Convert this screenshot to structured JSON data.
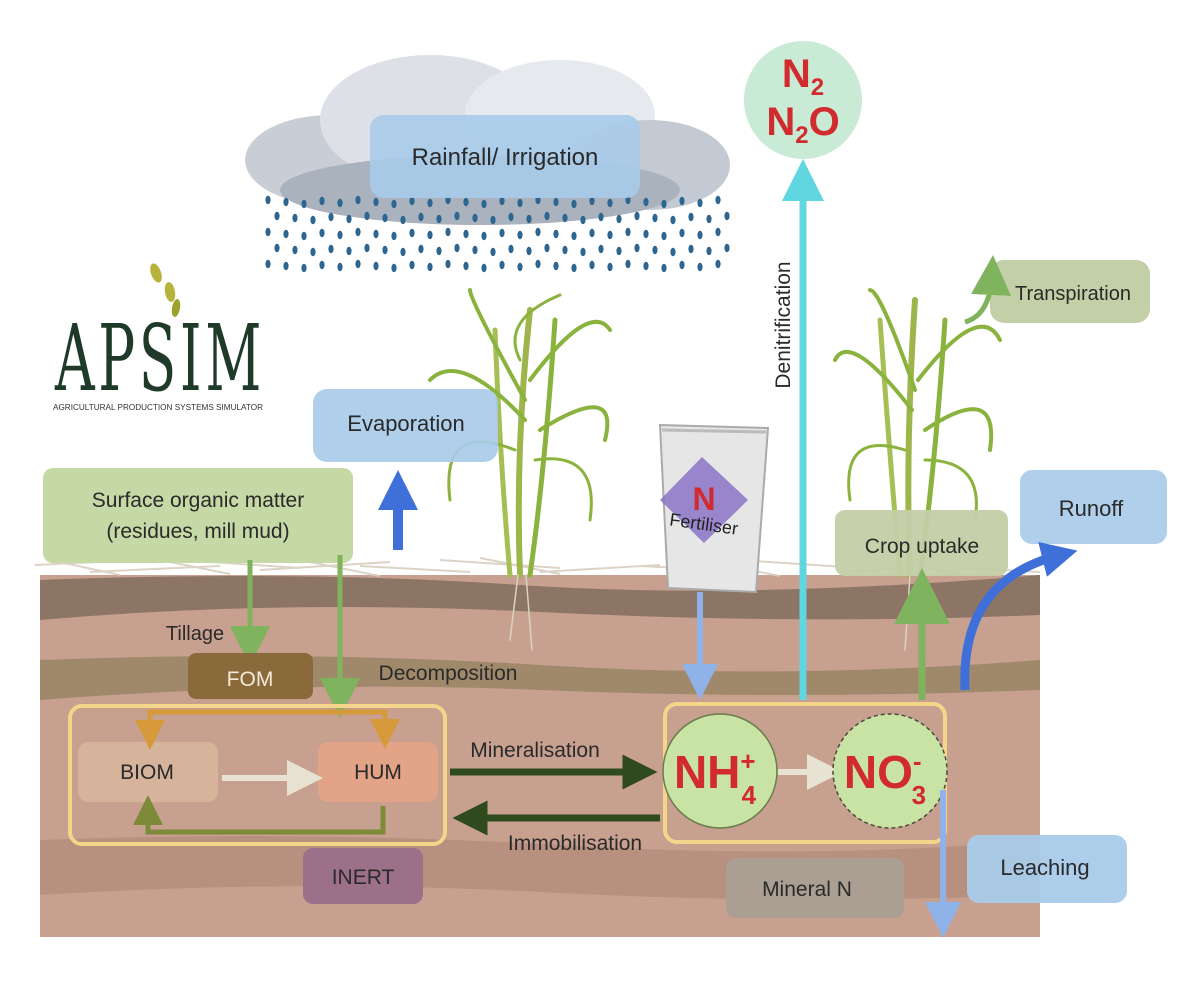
{
  "logo": {
    "name": "APSIM",
    "tagline": "AGRICULTURAL PRODUCTION SYSTEMS SIMULATOR"
  },
  "labels": {
    "rainfall": "Rainfall/ Irrigation",
    "evaporation": "Evaporation",
    "surface_om_line1": "Surface organic matter",
    "surface_om_line2": "(residues, mill mud)",
    "tillage": "Tillage",
    "fom": "FOM",
    "decomposition": "Decomposition",
    "biom": "BIOM",
    "hum": "HUM",
    "inert": "INERT",
    "mineralisation": "Mineralisation",
    "immobilisation": "Immobilisation",
    "fertiliser_symbol": "N",
    "fertiliser": "Fertiliser",
    "denitrification": "Denitrification",
    "n2_base": "N",
    "n2_sub": "2",
    "n2o_base": "N",
    "n2o_sub": "2",
    "n2o_tail": "O",
    "nh4_base": "NH",
    "nh4_sup": "+",
    "nh4_sub": "4",
    "no3_base": "NO",
    "no3_sup": "-",
    "no3_sub": "3",
    "mineral_n": "Mineral N",
    "crop_uptake": "Crop uptake",
    "transpiration": "Transpiration",
    "runoff": "Runoff",
    "leaching": "Leaching"
  },
  "colors": {
    "soil_top": "#8c7565",
    "soil_mid": "#c7a090",
    "soil_band": "#a0896a",
    "soil_deep": "#c49b8c",
    "box_blue": "#a8cbe9",
    "box_green": "#c5d9a6",
    "box_olive": "#c3cfa6",
    "fom_brown": "#8a6a3a",
    "biom_tan": "#d6b39b",
    "hum_salmon": "#e2a387",
    "inert_purple": "#9b7088",
    "mineral_n_grey": "#ab9e92",
    "pool_green": "#c9e3a5",
    "n_text_red": "#d12a2f",
    "arrow_green": "#7fb35e",
    "arrow_dark_green": "#2f4a1d",
    "arrow_blue": "#3f6fd8",
    "arrow_light_blue": "#8fb3e8",
    "arrow_cyan": "#5fd6e0",
    "arrow_orange": "#d69a3a",
    "arrow_olive": "#7c8a3a",
    "frame_yellow": "#f5d58a"
  }
}
